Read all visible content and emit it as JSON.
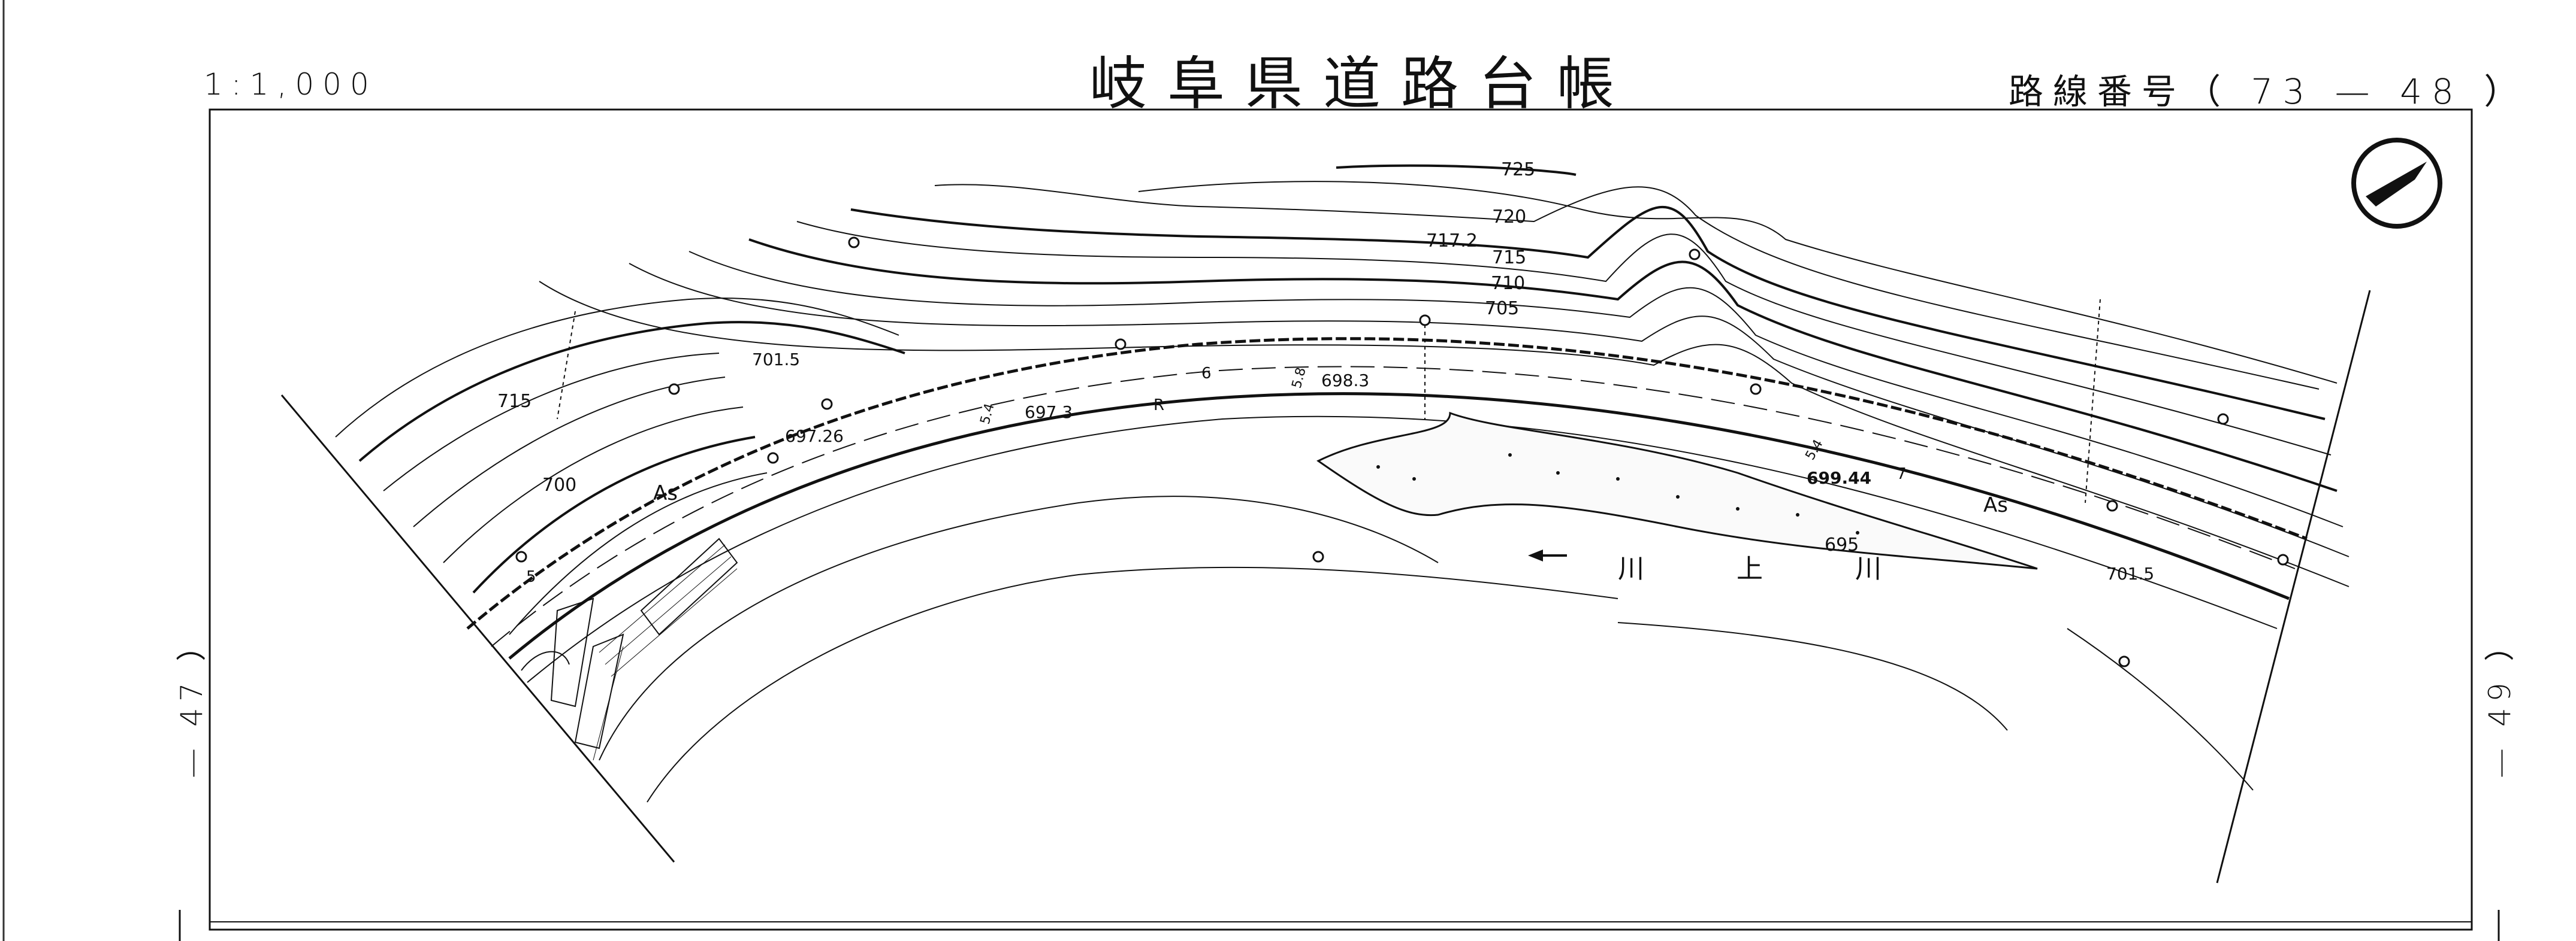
{
  "header": {
    "scale": "1:1,000",
    "title": "岐阜県道路台帳",
    "route": "路線番号（ 73 — 48 ）"
  },
  "margins": {
    "left_sheet": "— 47 ）",
    "right_sheet": "— 49 ）"
  },
  "map": {
    "contours": [
      "725",
      "720",
      "717.2",
      "715",
      "710",
      "705",
      "700",
      "715",
      "695"
    ],
    "spot_heights": [
      "701.5",
      "697.26",
      "697.3",
      "698.3",
      "699.44",
      "701.5"
    ],
    "surface_labels": [
      "As",
      "As"
    ],
    "road_marks": [
      "R",
      "6",
      "7",
      "5",
      "5.4",
      "5.4",
      "5.8"
    ],
    "river_name": "川 上 川",
    "icons": [
      "north-arrow-icon",
      "survey-point-icon"
    ]
  }
}
